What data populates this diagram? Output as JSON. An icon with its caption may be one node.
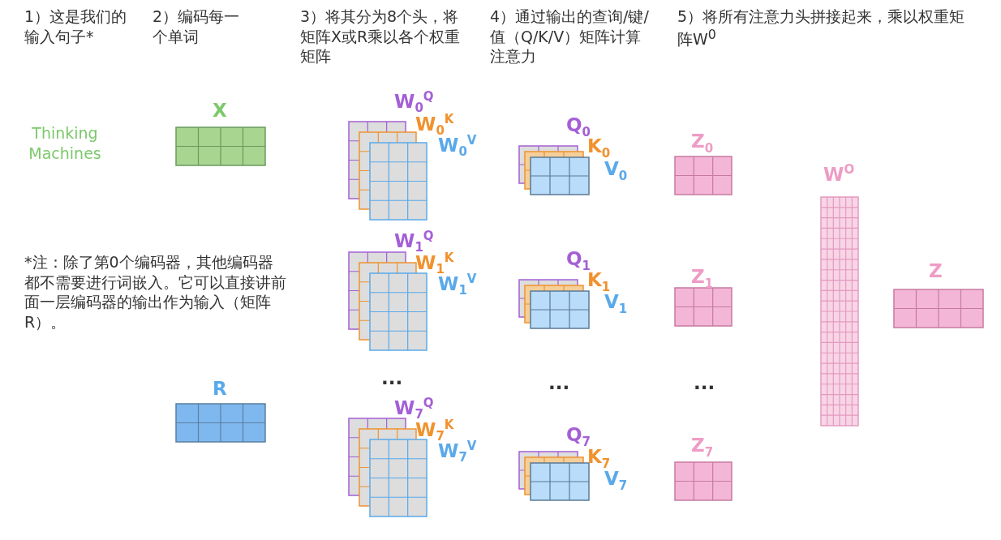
{
  "diagram": {
    "labels": [
      "1）这是我们的输入句子*",
      "2）编码每一个单词",
      "3）将其分为8个头，将矩阵X或R乘以各个权重矩阵",
      "4）通过输出的查询/键/值（Q/K/V）矩阵计算注意力",
      "5）将所有注意力头拼接起来，乘以权重矩阵W$^{0}$",
      "Thinking Machines",
      "X",
      "W$_{0}$$^{Q}$",
      "W$_{0}$$^{K}$",
      "W$_{0}$$^{V}$",
      "Q$_{0}$",
      "K$_{0}$",
      "V$_{0}$",
      "Z$_{0}$",
      "W$^{O}$",
      "*注：除了第0个编码器，其他编码器都不需要进行词嵌入。它可以直接讲前面一层编码器的输出作为输入（矩阵R）。",
      "W$_{1}$$^{Q}$",
      "W$_{1}$$^{K}$",
      "W$_{1}$$^{V}$",
      "Q$_{1}$",
      "K$_{1}$",
      "V$_{1}$",
      "Z$_{1}$",
      "Z",
      "...",
      "...",
      "...",
      "R",
      "W$_{7}$$^{Q}$",
      "W$_{7}$$^{K}$",
      "W$_{7}$$^{V}$",
      "Q$_{7}$",
      "K$_{7}$",
      "V$_{7}$",
      "Z$_{7}$"
    ]
  }
}
